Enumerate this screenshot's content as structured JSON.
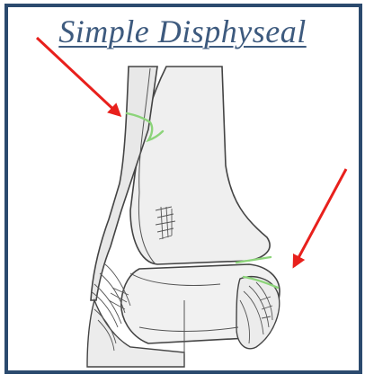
{
  "title": "Simple Disphyseal",
  "colors": {
    "border": "#2b4a6e",
    "title": "#3d5a7e",
    "arrow": "#e8201c",
    "fracture": "#8cd47a",
    "bone_fill": "#efefef",
    "bone_line": "#444444"
  },
  "annotations": [
    {
      "name": "arrow-fracture-fibula",
      "target": "fibula shaft fracture line"
    },
    {
      "name": "arrow-fracture-tibia-distal",
      "target": "distal tibia fracture line"
    }
  ]
}
